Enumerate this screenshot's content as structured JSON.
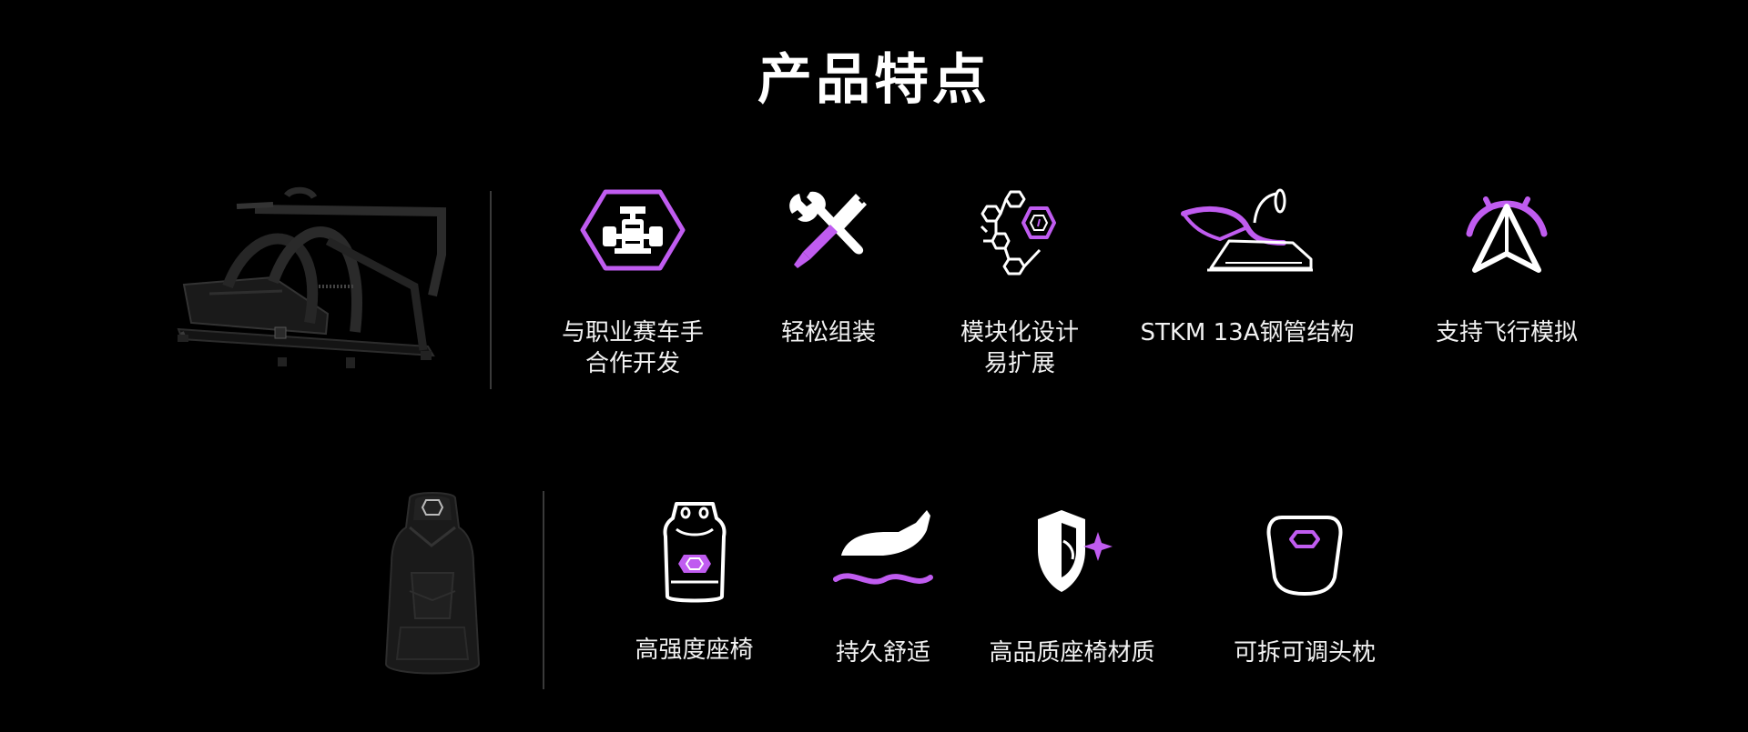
{
  "title": "产品特点",
  "colors": {
    "background": "#000000",
    "accent": "#c05cf0",
    "text": "#ffffff",
    "divider": "#3a3a3a"
  },
  "row1": {
    "product_image": "racing-simulator-cockpit-frame",
    "features": [
      {
        "icon": "racing-car-hexagon-icon",
        "label": "与职业赛车手\n合作开发"
      },
      {
        "icon": "wrench-screwdriver-icon",
        "label": "轻松组装"
      },
      {
        "icon": "modular-hexagons-icon",
        "label": "模块化设计\n易扩展"
      },
      {
        "icon": "steel-tube-frame-icon",
        "label": "STKM 13A钢管结构"
      },
      {
        "icon": "flight-gauge-arrow-icon",
        "label": "支持飞行模拟"
      }
    ]
  },
  "row2": {
    "product_image": "racing-bucket-seat",
    "features": [
      {
        "icon": "seat-outline-icon",
        "label": "高强度座椅"
      },
      {
        "icon": "hand-wave-icon",
        "label": "持久舒适"
      },
      {
        "icon": "shield-star-icon",
        "label": "高品质座椅材质"
      },
      {
        "icon": "headrest-icon",
        "label": "可拆可调头枕"
      }
    ]
  }
}
